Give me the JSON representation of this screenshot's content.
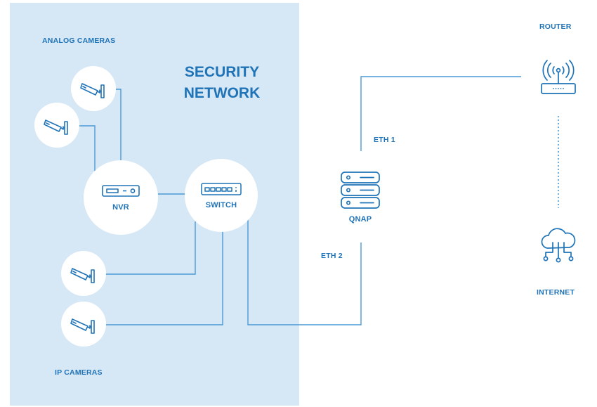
{
  "zone": {
    "title_line1": "SECURITY",
    "title_line2": "NETWORK"
  },
  "labels": {
    "analog_cameras": "ANALOG CAMERAS",
    "ip_cameras": "IP CAMERAS",
    "router": "ROUTER",
    "internet": "INTERNET",
    "eth1": "ETH 1",
    "eth2": "ETH 2"
  },
  "nodes": {
    "nvr": "NVR",
    "switch": "SWITCH",
    "qnap": "QNAP"
  },
  "colors": {
    "accent": "#1f73b7",
    "zone_bg": "#d6e7f5",
    "wire": "#4a9ad6",
    "node_bg": "#ffffff"
  },
  "icons": {
    "camera": "cctv-camera-icon",
    "nvr": "nvr-icon",
    "switch": "network-switch-icon",
    "qnap": "server-stack-icon",
    "router": "wifi-router-icon",
    "internet": "cloud-network-icon"
  }
}
